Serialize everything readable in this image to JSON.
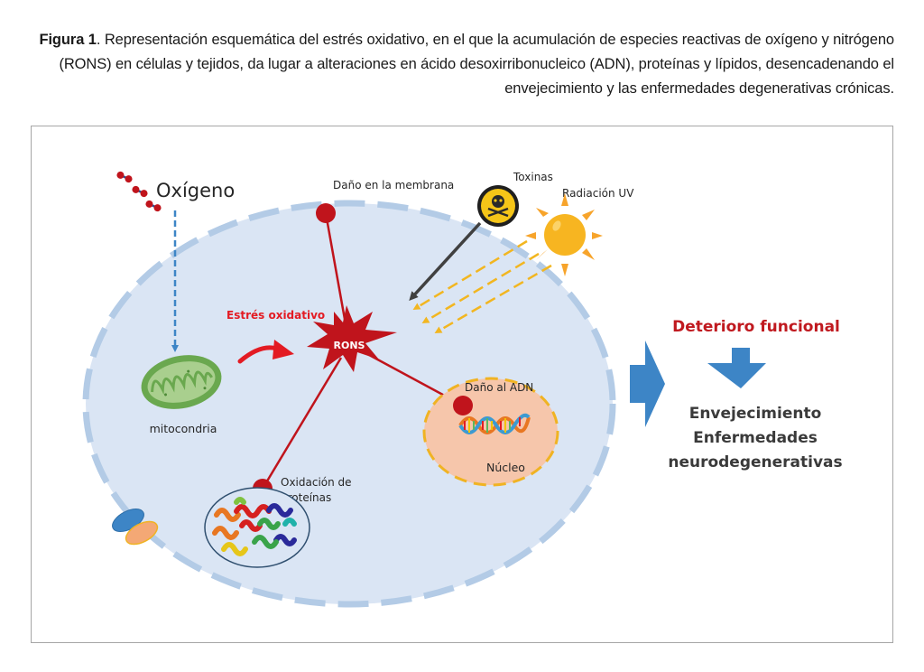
{
  "caption": {
    "figure_label": "Figura 1",
    "text": ". Representación esquemática del estrés oxidativo, en el que la acumulación de especies reactivas de oxígeno y nitrógeno (RONS) en células y tejidos, da lugar a alteraciones en ácido desoxirribonucleico (ADN), proteínas y lípidos, desencadenando el envejecimiento y las enfermedades degenerativas crónicas."
  },
  "diagram": {
    "oxygen_label": "Oxígeno",
    "membrane_damage_label": "Daño en la membrana",
    "toxins_label": "Toxinas",
    "uv_label": "Radiación UV",
    "oxidative_stress_label": "Estrés oxidativo",
    "rons_label": "RONS",
    "mitochondria_label": "mitocondria",
    "dna_damage_label": "Daño al ADN",
    "nucleus_label": "Núcleo",
    "protein_oxidation_label_line1": "Oxidación de",
    "protein_oxidation_label_line2": "proteínas",
    "outcome_title": "Deterioro funcional",
    "outcome_line1": "Envejecimiento",
    "outcome_line2": "Enfermedades",
    "outcome_line3": "neurodegenerativas",
    "icons": {
      "oxygen": "oxygen-molecule-icon",
      "toxins": "skull-crossbones-icon",
      "uv": "sun-icon",
      "mitochondria": "mitochondria-icon",
      "dna": "dna-helix-icon",
      "protein": "protein-structure-icon"
    },
    "colors": {
      "cell_fill": "#dae5f4",
      "cell_membrane": "#b3cbe6",
      "damage_red": "#c0141c",
      "rons_star": "#c0141c",
      "title_red": "#c0191f",
      "blue_arrow": "#3d85c6",
      "nucleus_fill": "#f6c6ab",
      "nucleus_border": "#f0b323",
      "uv_rays": "#f2b620",
      "sun": "#f7b521",
      "mitochondria": "#6aa84f"
    }
  }
}
